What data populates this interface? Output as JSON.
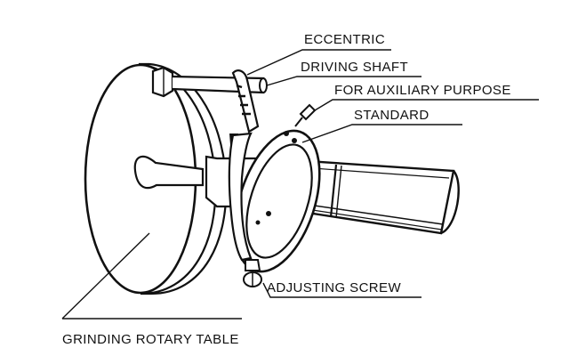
{
  "labels": {
    "eccentric": "ECCENTRIC",
    "driving_shaft": "DRIVING SHAFT",
    "auxiliary": "FOR AUXILIARY PURPOSE",
    "standard": "STANDARD",
    "adjusting_screw": "ADJUSTING SCREW",
    "grinding_table": "GRINDING ROTARY TABLE"
  },
  "colors": {
    "ink": "#111111",
    "paper": "#ffffff"
  }
}
